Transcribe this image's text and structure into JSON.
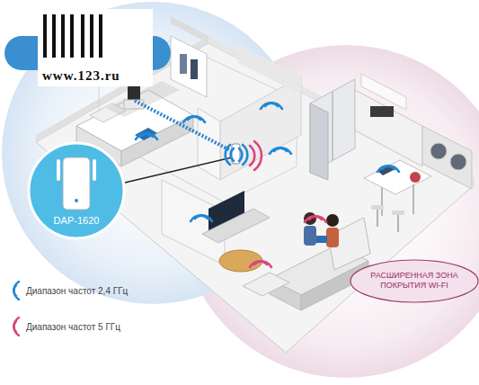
{
  "diagram": {
    "nodes": [
      {
        "text": [
          "DAP-1620"
        ]
      },
      {
        "text": [
          "РАСШИРЕННАЯ ЗОНА ПОКРЫТИЯ WI-FI"
        ]
      }
    ],
    "labels": [
      "www.123.ru"
    ],
    "legend": [
      {
        "text": "Диапазон частот 2,4 ГГц"
      },
      {
        "text": "Диапазон частот 5 ГГц"
      }
    ]
  }
}
